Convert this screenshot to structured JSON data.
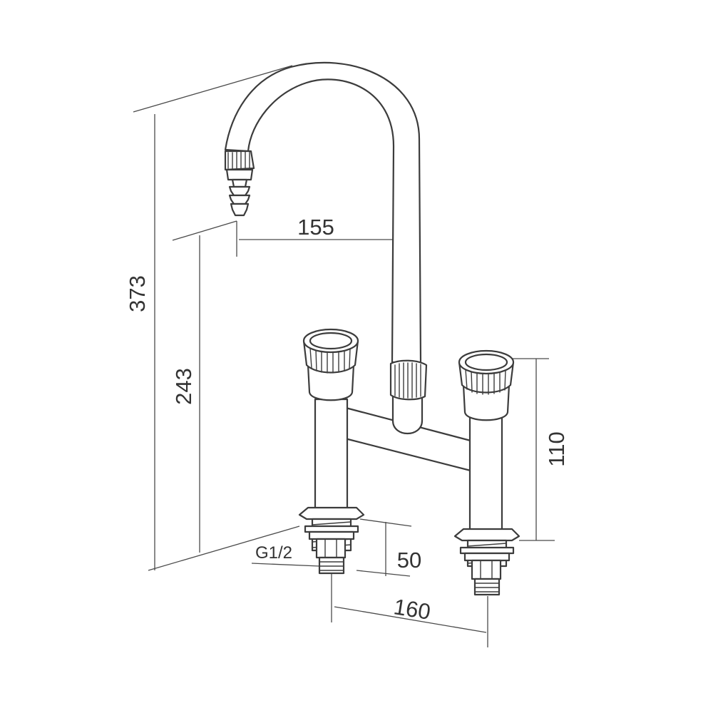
{
  "dimensions": {
    "overall_height": "373",
    "spout_height": "243",
    "spout_reach": "155",
    "handle_height": "110",
    "shank_length": "50",
    "center_distance": "160",
    "thread": "G1/2"
  }
}
